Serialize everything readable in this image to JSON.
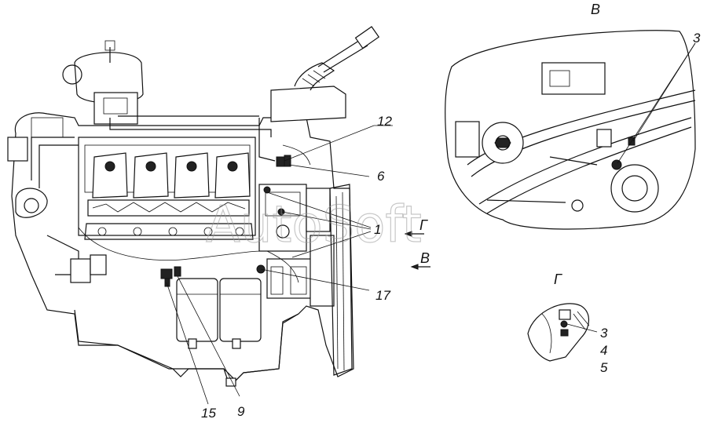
{
  "watermark": "AutoSoft",
  "views": {
    "b_label": "В",
    "g_label": "Г",
    "arrow_g_label": "Г",
    "arrow_b_label": "В"
  },
  "callouts": {
    "c12": "12",
    "c6": "6",
    "c1": "1",
    "c17": "17",
    "c15": "15",
    "c9": "9",
    "c3_top": "3",
    "c3_g": "3",
    "c4_g": "4",
    "c5_g": "5"
  }
}
